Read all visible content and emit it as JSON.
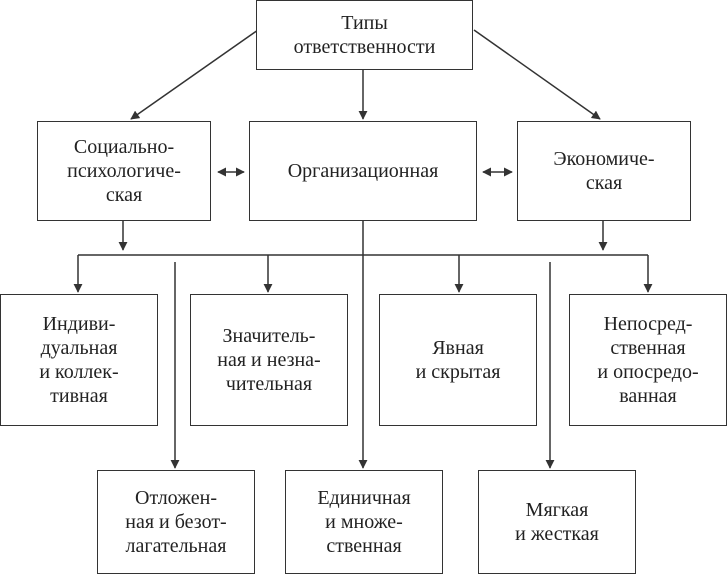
{
  "diagram": {
    "root": "Типы\nответственности",
    "level2": {
      "social": "Социально-\nпсихологиче-\nская",
      "org": "Организационная",
      "econ": "Экономиче-\nская"
    },
    "level3": {
      "individual": "Индиви-\nдуальная\nи коллек-\nтивная",
      "significant": "Значитель-\nная и незна-\nчительная",
      "explicit": "Явная\nи скрытая",
      "direct": "Непосред-\nственная\nи опосредо-\nванная"
    },
    "level4": {
      "deferred": "Отложен-\nная и безот-\nлагательная",
      "single": "Единичная\nи множе-\nственная",
      "soft": "Мягкая\nи жесткая"
    }
  }
}
